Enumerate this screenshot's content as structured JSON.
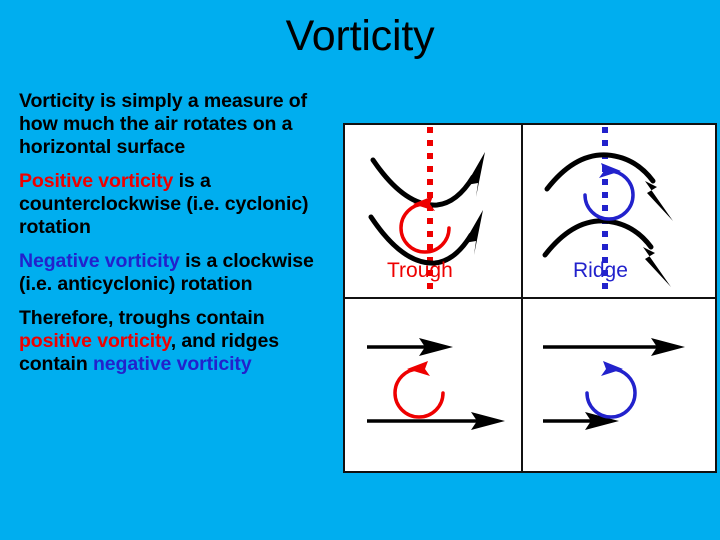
{
  "slide": {
    "background_color": "#00aeef",
    "title": "Vorticity"
  },
  "colors": {
    "background": "#00aeef",
    "positive": "#ee0000",
    "negative": "#2222cc",
    "text": "#000000",
    "panel_background": "#ffffff",
    "panel_border": "#111111"
  },
  "body": {
    "paragraphs": [
      {
        "runs": [
          {
            "text": "Vorticity is simply a measure of how much the air rotates on a horizontal surface",
            "color": "#000000"
          }
        ]
      },
      {
        "runs": [
          {
            "text": "Positive vorticity",
            "color": "#ee0000"
          },
          {
            "text": " is a counterclockwise (i.e. cyclonic) rotation",
            "color": "#000000"
          }
        ]
      },
      {
        "runs": [
          {
            "text": "Negative vorticity",
            "color": "#2222cc"
          },
          {
            "text": " is a clockwise (i.e. anticyclonic) rotation",
            "color": "#000000"
          }
        ]
      },
      {
        "runs": [
          {
            "text": "Therefore, troughs contain ",
            "color": "#000000"
          },
          {
            "text": "positive vorticity",
            "color": "#ee0000"
          },
          {
            "text": ", and ridges contain ",
            "color": "#000000"
          },
          {
            "text": "negative vorticity",
            "color": "#2222cc"
          }
        ]
      }
    ]
  },
  "diagram": {
    "quadrants": [
      {
        "id": "trough",
        "label": "Trough",
        "label_color": "#ee0000",
        "axis_color": "#ee0000",
        "axis_style": "dotted-vertical",
        "flow_shape": "trough-U-curves",
        "flow_arrow_direction": "up-right",
        "rotation": "counterclockwise",
        "rotation_color": "#ee0000",
        "vorticity_sign": "positive"
      },
      {
        "id": "ridge",
        "label": "Ridge",
        "label_color": "#2222cc",
        "axis_color": "#2222cc",
        "axis_style": "dotted-vertical",
        "flow_shape": "ridge-inverted-U-curves",
        "flow_arrow_direction": "down-right",
        "rotation": "clockwise",
        "rotation_color": "#2222cc",
        "vorticity_sign": "negative"
      },
      {
        "id": "shear-positive",
        "label": "",
        "flow_shape": "two-horizontal-arrows",
        "top_arrow_length": "short",
        "bottom_arrow_length": "long",
        "rotation": "counterclockwise",
        "rotation_color": "#ee0000",
        "vorticity_sign": "positive"
      },
      {
        "id": "shear-negative",
        "label": "",
        "flow_shape": "two-horizontal-arrows",
        "top_arrow_length": "long",
        "bottom_arrow_length": "short",
        "rotation": "clockwise",
        "rotation_color": "#2222cc",
        "vorticity_sign": "negative"
      }
    ]
  }
}
